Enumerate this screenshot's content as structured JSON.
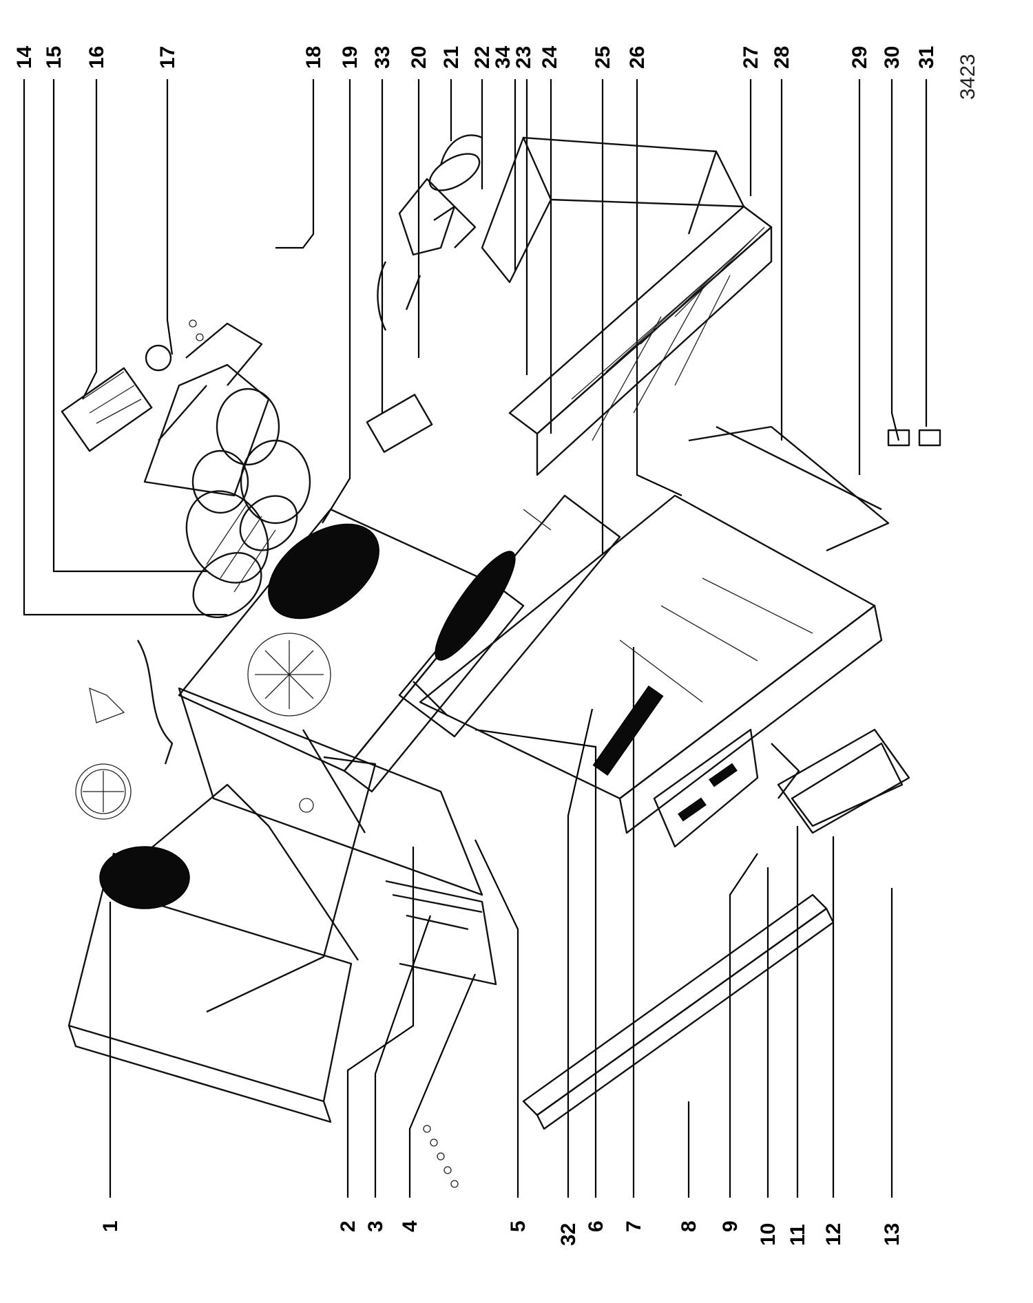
{
  "diagram": {
    "figure_number": "3423",
    "callouts_top": [
      "14",
      "15",
      "16",
      "17",
      "18",
      "19",
      "33",
      "20",
      "21",
      "22",
      "34",
      "23",
      "24",
      "25",
      "26",
      "27",
      "28",
      "29",
      "30",
      "31"
    ],
    "callouts_bottom": [
      "1",
      "2",
      "3",
      "4",
      "5",
      "32",
      "6",
      "7",
      "8",
      "9",
      "10",
      "11",
      "12",
      "13"
    ]
  }
}
